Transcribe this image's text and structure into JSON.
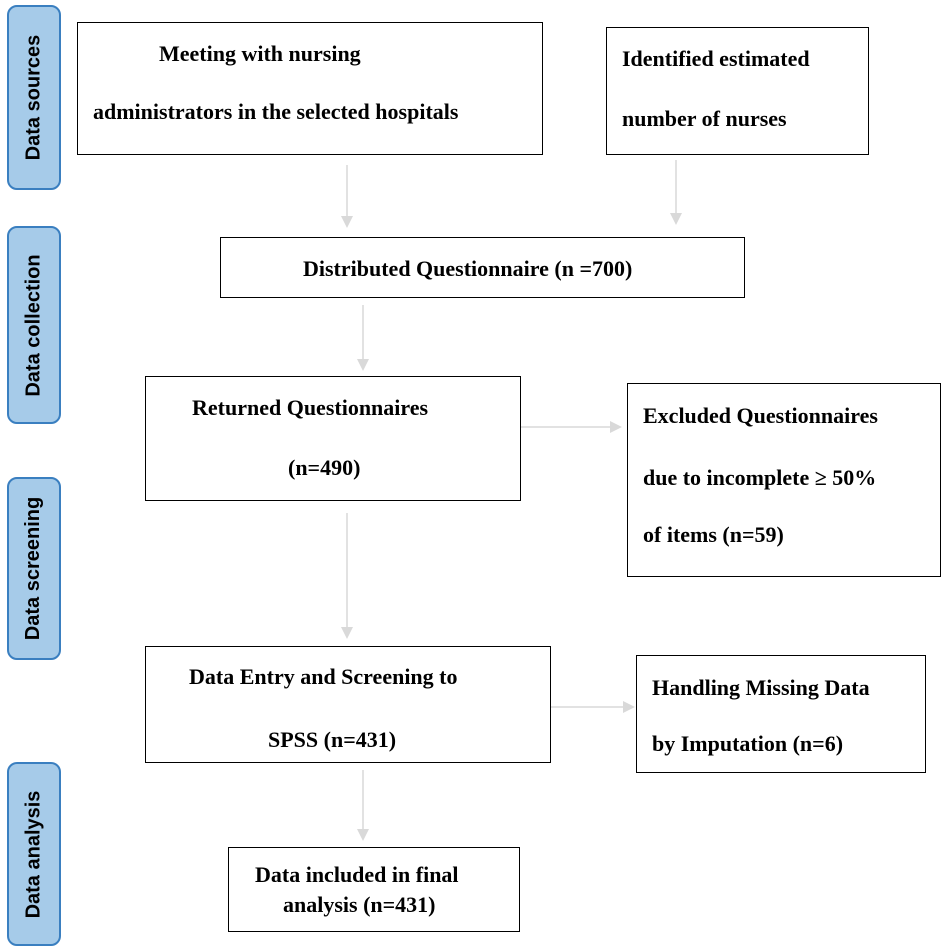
{
  "phases": [
    "Data sources",
    "Data collection",
    "Data screening",
    "Data analysis"
  ],
  "boxes": {
    "meeting": [
      "Meeting with nursing",
      "administrators in the selected hospitals"
    ],
    "identified": [
      "Identified estimated",
      "number of nurses"
    ],
    "distributed": [
      "Distributed Questionnaire (n =700)"
    ],
    "returned": [
      "Returned Questionnaires",
      "(n=490)"
    ],
    "excluded": [
      "Excluded Questionnaires",
      "due to incomplete ≥ 50%",
      "of items (n=59)"
    ],
    "entry": [
      "Data Entry and Screening to",
      "SPSS (n=431)"
    ],
    "missing": [
      "Handling Missing Data",
      "by Imputation (n=6)"
    ],
    "final": [
      "Data included in final",
      "analysis (n=431)"
    ]
  },
  "colors": {
    "phase_fill": "#a6cbe9",
    "phase_border": "#3a7fc0",
    "arrow": "#d9d9d9"
  }
}
